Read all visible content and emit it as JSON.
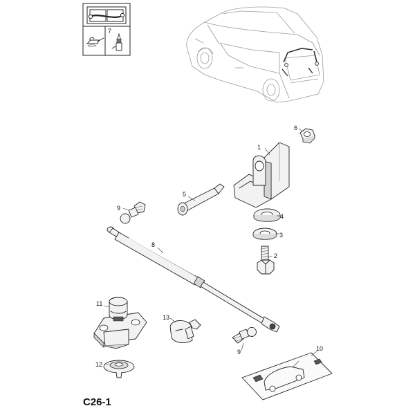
{
  "diagram": {
    "code": "C26-1",
    "legend_box": {
      "note_number": "7"
    },
    "callouts": [
      {
        "id": "c1",
        "label": "1"
      },
      {
        "id": "c2",
        "label": "2"
      },
      {
        "id": "c3",
        "label": "3"
      },
      {
        "id": "c4",
        "label": "4"
      },
      {
        "id": "c5",
        "label": "5"
      },
      {
        "id": "c6",
        "label": "6"
      },
      {
        "id": "c7",
        "label": "7"
      },
      {
        "id": "c8",
        "label": "8"
      },
      {
        "id": "c9a",
        "label": "9"
      },
      {
        "id": "c9b",
        "label": "9"
      },
      {
        "id": "c10",
        "label": "10"
      },
      {
        "id": "c11",
        "label": "11"
      },
      {
        "id": "c12",
        "label": "12"
      },
      {
        "id": "c13",
        "label": "13"
      }
    ]
  }
}
